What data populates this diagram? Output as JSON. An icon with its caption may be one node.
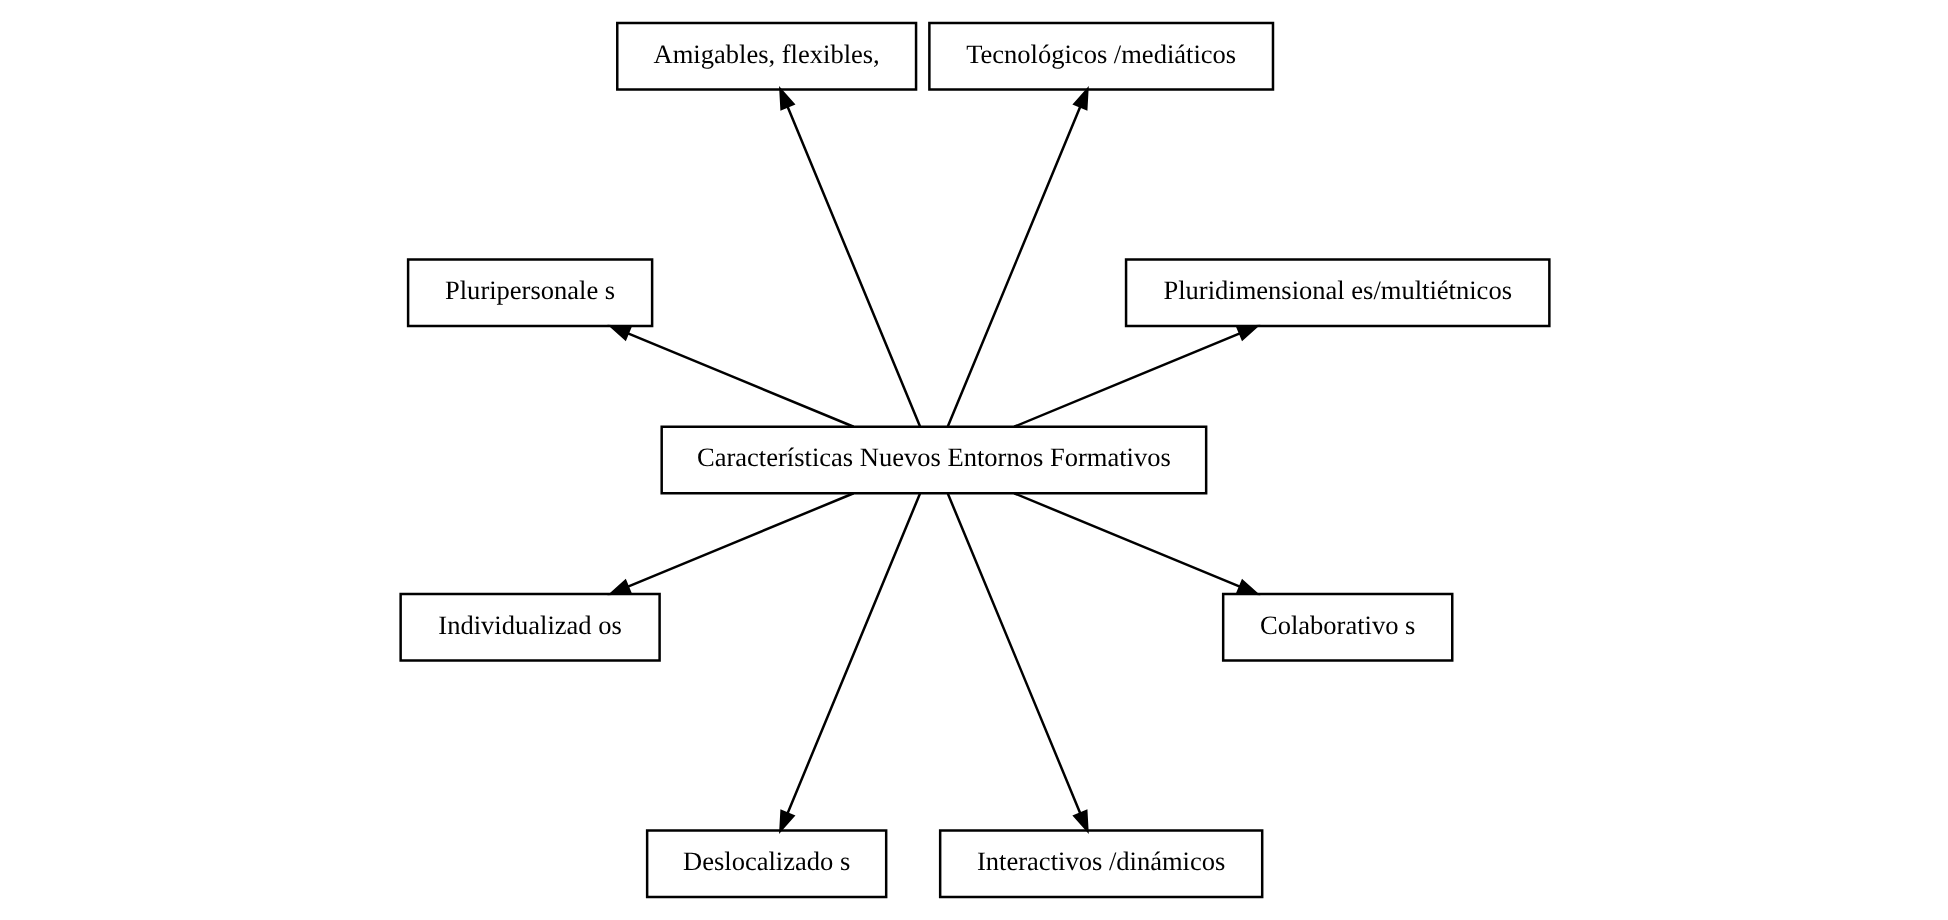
{
  "diagram": {
    "nodes": [
      {
        "text": [
          "Pluridimensional es/multiétnicos"
        ]
      },
      {
        "text": [
          "Tecnológicos /mediáticos"
        ]
      },
      {
        "text": [
          "Amigables, flexibles,"
        ]
      },
      {
        "text": [
          "Pluripersonale s"
        ]
      },
      {
        "text": [
          "Características Nuevos Entornos Formativos"
        ]
      },
      {
        "text": [
          "Individualizad os"
        ]
      },
      {
        "text": [
          "Deslocalizado s"
        ]
      },
      {
        "text": [
          "Interactivos /dinámicos"
        ]
      },
      {
        "text": [
          "Colaborativo s"
        ]
      }
    ],
    "edges": [
      {
        "from": 4,
        "to": 0,
        "arrow": "to"
      },
      {
        "from": 4,
        "to": 1,
        "arrow": "to"
      },
      {
        "from": 4,
        "to": 2,
        "arrow": "to"
      },
      {
        "from": 4,
        "to": 3,
        "arrow": "to"
      },
      {
        "from": 4,
        "to": 5,
        "arrow": "to"
      },
      {
        "from": 4,
        "to": 6,
        "arrow": "to"
      },
      {
        "from": 4,
        "to": 7,
        "arrow": "to"
      },
      {
        "from": 4,
        "to": 8,
        "arrow": "to"
      }
    ]
  }
}
